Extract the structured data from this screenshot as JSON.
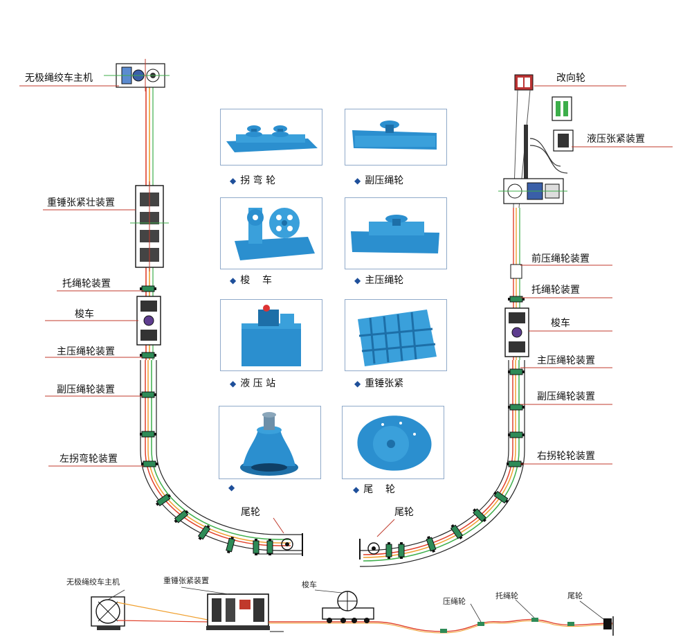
{
  "left_labels": {
    "main_winch": "无极绳绞车主机",
    "heavy_tension": "重锤张紧壮装置",
    "rope_support": "托绳轮装置",
    "shuttle_car": "梭车",
    "main_press": "主压绳轮装置",
    "aux_press": "副压绳轮装置",
    "left_turn": "左拐弯轮装置",
    "tail_wheel": "尾轮"
  },
  "right_labels": {
    "redirect_wheel": "改向轮",
    "hydraulic_tension": "液压张紧装置",
    "front_press": "前压绳轮装置",
    "rope_support": "托绳轮装置",
    "shuttle_car": "梭车",
    "main_press": "主压绳轮装置",
    "aux_press": "副压绳轮装置",
    "right_turn": "右拐轮轮装置",
    "tail_wheel": "尾轮"
  },
  "gallery": [
    {
      "caption": "拐 弯 轮"
    },
    {
      "caption": "副压绳轮"
    },
    {
      "caption": "梭    车"
    },
    {
      "caption": "主压绳轮"
    },
    {
      "caption": "液 压 站"
    },
    {
      "caption": "重锤张紧"
    },
    {
      "caption": ""
    },
    {
      "caption": "尾    轮"
    }
  ],
  "bottom_labels": {
    "main_winch": "无极绳绞车主机",
    "heavy_tension": "重锤张紧装置",
    "shuttle_car": "梭车",
    "press_wheel": "压绳轮",
    "support_wheel": "托绳轮",
    "tail_wheel": "尾轮"
  },
  "colors": {
    "equipment_blue": "#2f8fc8",
    "rope_red": "#e0402a",
    "rope_orange": "#f0a030",
    "rope_green": "#3cae4a",
    "leader_line": "#c0392b",
    "caption_diamond": "#1e4f9a"
  }
}
